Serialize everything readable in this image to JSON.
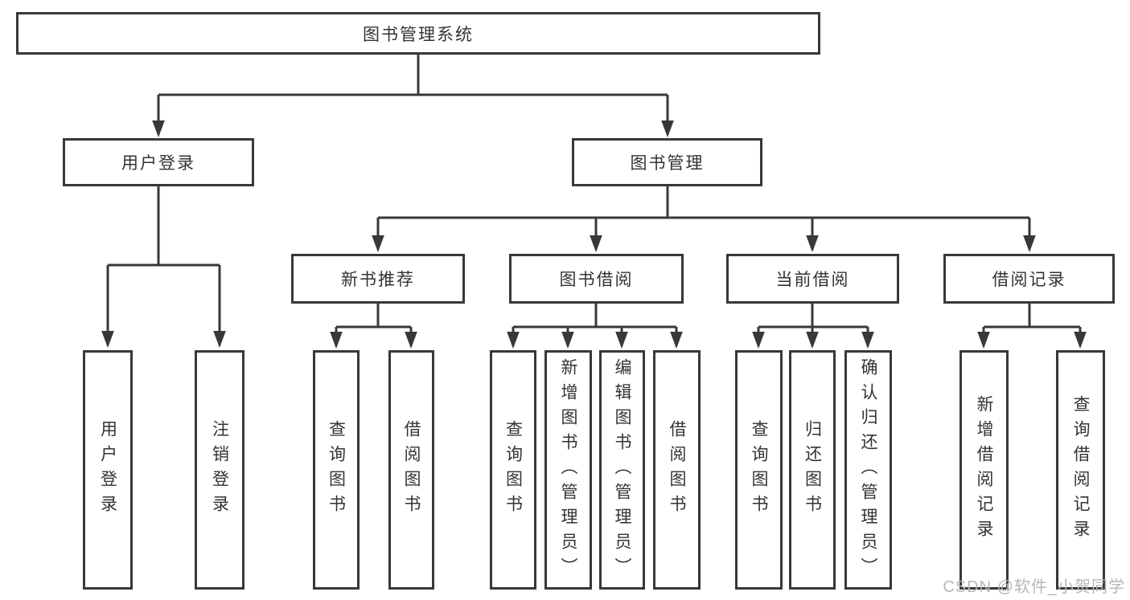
{
  "colors": {
    "line": "#383838",
    "text": "#333333",
    "background": "#ffffff",
    "watermark": "#b3b7bb"
  },
  "watermark": {
    "text": "CSDN @软件_小贺同学"
  },
  "nodes": {
    "root": {
      "label": "图书管理系统"
    },
    "level2": [
      {
        "label": "用户登录"
      },
      {
        "label": "图书管理"
      }
    ],
    "level3": [
      {
        "label": "新书推荐"
      },
      {
        "label": "图书借阅"
      },
      {
        "label": "当前借阅"
      },
      {
        "label": "借阅记录"
      }
    ],
    "leaves": {
      "user_login": [
        "用户登录",
        "注销登录"
      ],
      "new_book_recommend": [
        "查询图书",
        "借阅图书"
      ],
      "book_borrow": [
        "查询图书",
        "新增图书（管理员）",
        "编辑图书（管理员）",
        "借阅图书"
      ],
      "current_borrow": [
        "查询图书",
        "归还图书",
        "确认归还（管理员）"
      ],
      "borrow_records": [
        "新增借阅记录",
        "查询借阅记录"
      ]
    }
  }
}
